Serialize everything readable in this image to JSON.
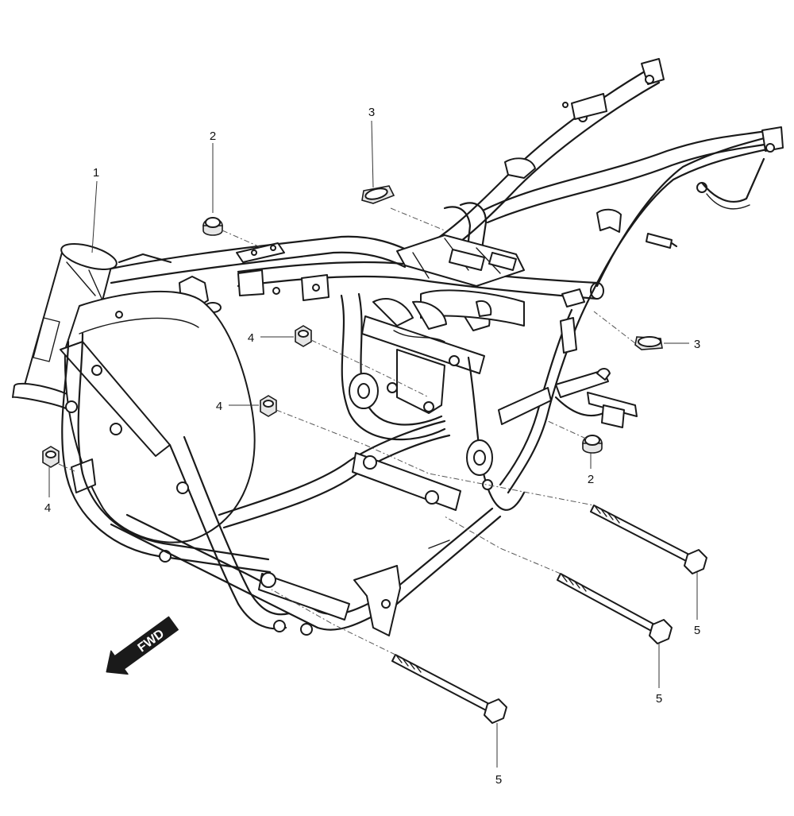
{
  "callouts": [
    {
      "id": "c1",
      "label": "1"
    },
    {
      "id": "c2a",
      "label": "2"
    },
    {
      "id": "c2b",
      "label": "2"
    },
    {
      "id": "c3a",
      "label": "3"
    },
    {
      "id": "c3b",
      "label": "3"
    },
    {
      "id": "c4a",
      "label": "4"
    },
    {
      "id": "c4b",
      "label": "4"
    },
    {
      "id": "c4c",
      "label": "4"
    },
    {
      "id": "c5a",
      "label": "5"
    },
    {
      "id": "c5b",
      "label": "5"
    },
    {
      "id": "c5c",
      "label": "5"
    }
  ],
  "direction_arrow": {
    "label": "FWD"
  }
}
